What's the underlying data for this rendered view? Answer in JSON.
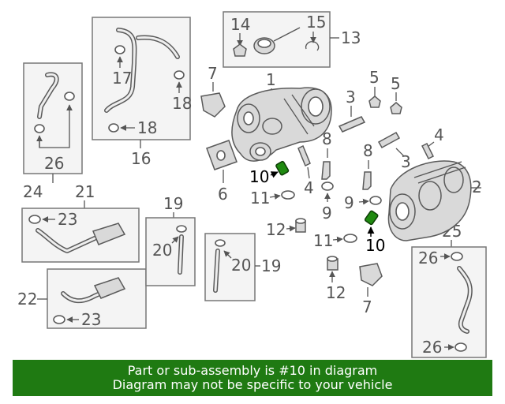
{
  "callouts": {
    "c1": "1",
    "c2": "2",
    "c3a": "3",
    "c3b": "3",
    "c4a": "4",
    "c4b": "4",
    "c5a": "5",
    "c5b": "5",
    "c6": "6",
    "c7a": "7",
    "c7b": "7",
    "c8a": "8",
    "c8b": "8",
    "c9a": "9",
    "c9b": "9",
    "c10a": "10",
    "c10b": "10",
    "c11a": "11",
    "c11b": "11",
    "c12a": "12",
    "c12b": "12",
    "c13": "13",
    "c14": "14",
    "c15": "15",
    "c16": "16",
    "c17": "17",
    "c18a": "18",
    "c18b": "18",
    "c19a": "19",
    "c19b": "19",
    "c20a": "20",
    "c20b": "20",
    "c21": "21",
    "c22": "22",
    "c23a": "23",
    "c23b": "23",
    "c24": "24",
    "c25": "25",
    "c26a": "26",
    "c26b": "26",
    "c26c": "26"
  },
  "highlight_color": "#1f8a10",
  "banner": {
    "line1": "Part or sub-assembly is #10 in diagram",
    "line2": "Diagram may not be specific to your vehicle",
    "color": "#1f7a12"
  }
}
